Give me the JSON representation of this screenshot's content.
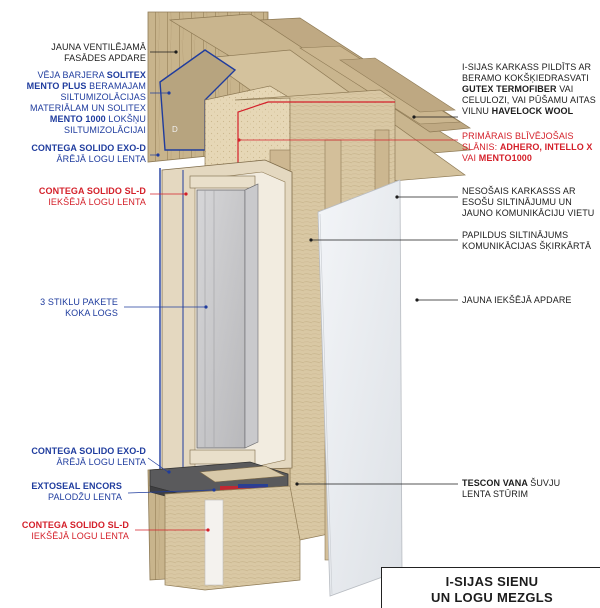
{
  "labels": {
    "facade": [
      "JAUNA VENTILĒJAMĀ",
      "FASĀDES  APDARE"
    ],
    "wind_barrier": {
      "line1_pre": "VĒJA BARJERA ",
      "line1_bold": "SOLITEX",
      "line2_bold": "MENTO PLUS",
      "line2_post": " BERAMAJAM",
      "line3": "SILTUMIZOLĀCIJAS",
      "line4": "MATERIĀLAM UN SOLITEX",
      "line5_bold": "MENTO 1000",
      "line5_post": " LOKŠŅU",
      "line6": "SILTUMIZOLĀCIJAI"
    },
    "exo_top": {
      "name": "CONTEGA SOLIDO EXO-D",
      "sub": "ĀRĒJĀ LOGU LENTA"
    },
    "sld_top": {
      "name": "CONTEGA SOLIDO SL-D",
      "sub": "IEKŠĒJĀ LOGU LENTA"
    },
    "glazing": [
      "3 STIKLU PAKETE",
      "KOKA LOGS"
    ],
    "exo_bottom": {
      "name": "CONTEGA SOLIDO EXO-D",
      "sub": "ĀRĒJĀ LOGU LENTA"
    },
    "extoseal": {
      "name": "EXTOSEAL ENCORS",
      "sub": "PALODŽU LENTA"
    },
    "sld_bottom": {
      "name": "CONTEGA SOLIDO SL-D",
      "sub": "IEKŠĒJĀ LOGU LENTA"
    },
    "ibeam": {
      "line1": "I-SIJAS KARKASS PILDĪTS AR",
      "line2": "BERAMO KOKŠĶIEDRASVATI",
      "line3_bold": "GUTEX TERMOFIBER",
      "line3_post": " VAI",
      "line4": "CELULOZI, VAI PŪŠAMU AITAS",
      "line5_pre": "VILNU ",
      "line5_bold": "HAVELOCK WOOL"
    },
    "primary": {
      "line1": "PRIMĀRAIS BLĪVĒJOŠAIS",
      "line2_pre": "SLĀNIS: ",
      "line2_bold": "ADHERO, INTELLO X",
      "line3_pre": "VAI ",
      "line3_bold": "MENTO1000"
    },
    "frame": [
      "NESOŠAIS KARKASSS AR",
      "ESOŠU SILTINĀJUMU UN",
      "JAUNO KOMUNIKĀCIJU VIETU"
    ],
    "extra_insulation": [
      "PAPILDUS SILTINĀJUMS",
      "KOMUNIKĀCIJAS ŠĶIRKĀRTĀ"
    ],
    "interior": "JAUNA IEKŠĒJĀ APDARE",
    "tescon": {
      "pre": "TESCON VANA ",
      "post": "ŠUVJU",
      "line2": "LENTA STŪRIM"
    }
  },
  "title": {
    "line1": "I-SIJAS SIENU",
    "line2": "UN LOGU MEZGLS"
  },
  "colors": {
    "blue": "#1f3c9e",
    "red": "#d4202a",
    "text": "#1c1c1c",
    "wood": "#d8c7a3",
    "wood_dark": "#b9a47c",
    "board": "#c9b48b",
    "gypsum": "#eef0f3"
  }
}
